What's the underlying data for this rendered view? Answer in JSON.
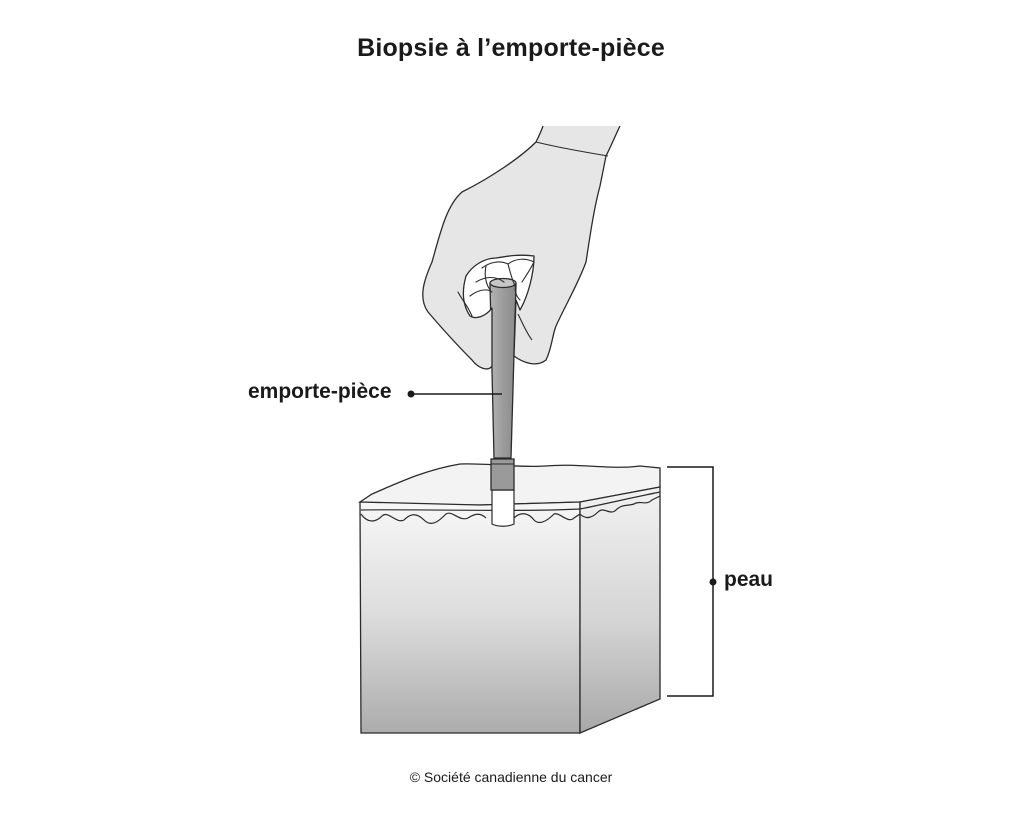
{
  "title": "Biopsie à l’emporte-pièce",
  "labels": {
    "punch_tool": "emporte-pièce",
    "skin": "peau"
  },
  "copyright": "© Société canadienne du cancer",
  "colors": {
    "outline": "#2b2b2b",
    "glove": "#e6e6e6",
    "tool": "#a3a3a3",
    "skin_top": "#f4f4f4",
    "skin_gradient_dark": "#adadad"
  }
}
